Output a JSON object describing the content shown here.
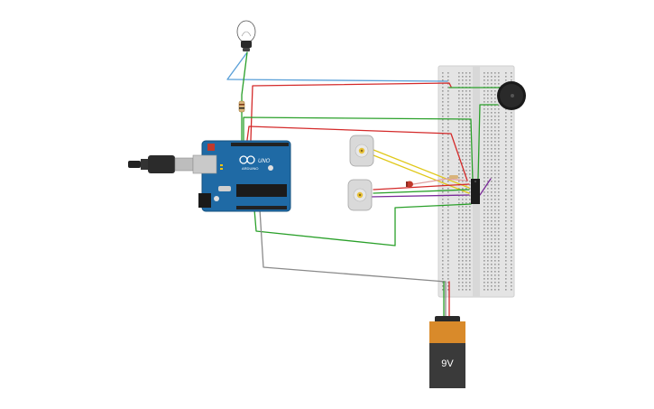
{
  "arduino": {
    "brand_text": "ARDUINO",
    "model_text": "UNO"
  },
  "battery": {
    "label": "9V"
  },
  "colors": {
    "wire_red": "#d42a2a",
    "wire_green": "#2aa02a",
    "wire_blue": "#5aa0d8",
    "wire_yellow": "#e0c81a",
    "wire_purple": "#7a2a9a",
    "wire_gray": "#8a8a8a",
    "arduino_board": "#1f6aa5",
    "breadboard": "#e4e4e4",
    "battery_orange": "#d98a2a",
    "battery_dark": "#3a3a3a"
  },
  "components": [
    {
      "name": "light-bulb-icon"
    },
    {
      "name": "arduino-uno-board"
    },
    {
      "name": "usb-cable"
    },
    {
      "name": "dc-motor-1"
    },
    {
      "name": "dc-motor-2"
    },
    {
      "name": "led-red"
    },
    {
      "name": "piezo-buzzer"
    },
    {
      "name": "motor-driver-chip"
    },
    {
      "name": "breadboard"
    },
    {
      "name": "battery-9v"
    }
  ]
}
